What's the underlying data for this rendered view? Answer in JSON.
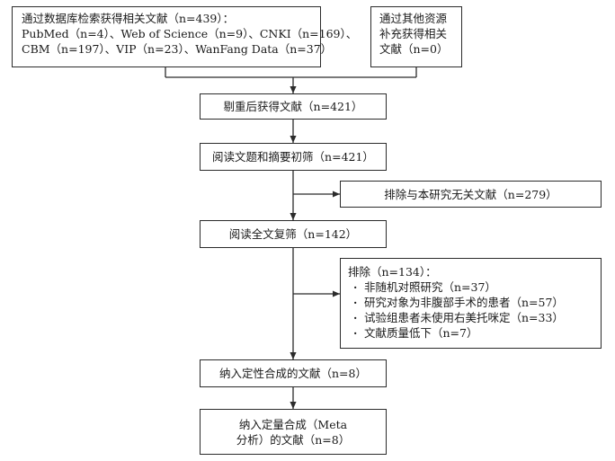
{
  "diagram": {
    "search_box": {
      "lines": [
        "通过数据库检索获得相关文献（n=439）：",
        "PubMed（n=4）、Web of Science（n=9）、CNKI（n=169）、",
        "CBM（n=197）、VIP（n=23）、WanFang Data（n=37）"
      ]
    },
    "other_sources_box": {
      "lines": [
        "通过其他资源",
        "补充获得相关",
        "文献（n=0）"
      ]
    },
    "dedup_box": {
      "text": "剔重后获得文献（n=421）"
    },
    "screen_box": {
      "text": "阅读文题和摘要初筛（n=421）"
    },
    "excluded1_box": {
      "text": "排除与本研究无关文献（n=279）"
    },
    "fulltext_box": {
      "text": "阅读全文复筛（n=142）"
    },
    "excluded2_box": {
      "title": "排除（n=134）：",
      "items": [
        "非随机对照研究（n=37）",
        "研究对象为非腹部手术的患者（n=57）",
        "试验组患者未使用右美托咪定（n=33）",
        "文献质量低下（n=7）"
      ]
    },
    "qualitative_box": {
      "text": "纳入定性合成的文献（n=8）"
    },
    "quantitative_box": {
      "lines": [
        "纳入定量合成（Meta",
        "分析）的文献（n=8）"
      ]
    }
  }
}
